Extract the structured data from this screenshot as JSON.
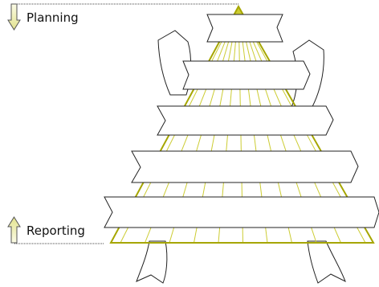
{
  "diagram": {
    "top_label": "Planning",
    "bottom_label": "Reporting",
    "banner_count": 5,
    "colors": {
      "pyramid_stroke": "#a6a600",
      "pyramid_lines": "#cccc33",
      "arrow_fill_light": "#fbfbe6",
      "arrow_fill_dark": "#e2e28e",
      "outline": "#222222",
      "dotted_line": "#444444"
    },
    "icons": {
      "top": "arrow-down-icon",
      "bottom": "arrow-up-icon"
    }
  }
}
